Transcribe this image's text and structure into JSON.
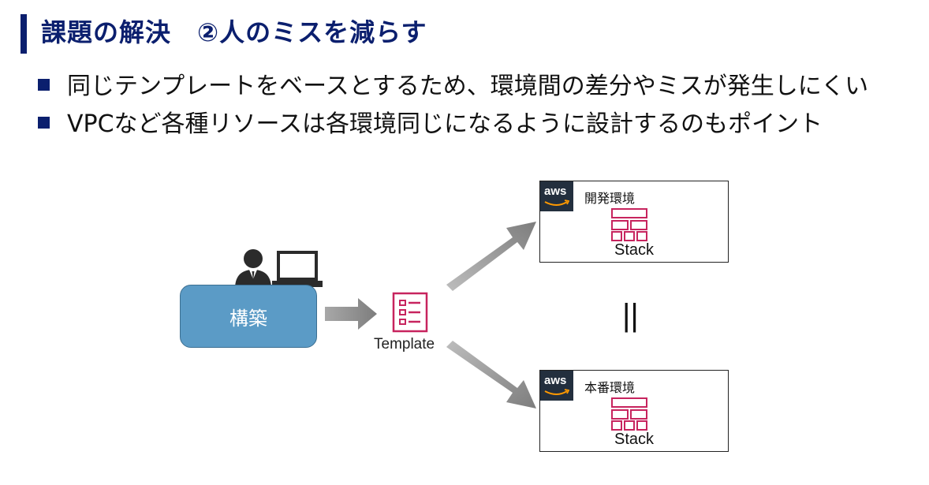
{
  "slide": {
    "title": "課題の解決　②人のミスを減らす",
    "bullets": [
      "同じテンプレートをベースとするため、環境間の差分やミスが発生しにくい",
      "VPCなど各種リソースは各環境同じになるように設計するのもポイント"
    ]
  },
  "diagram": {
    "build_label": "構築",
    "template_label": "Template",
    "equals_sign": "||",
    "environments": [
      {
        "logo": "aws",
        "name": "開発環境",
        "stack_label": "Stack"
      },
      {
        "logo": "aws",
        "name": "本番環境",
        "stack_label": "Stack"
      }
    ],
    "icons": [
      "person-icon",
      "laptop-icon",
      "template-icon",
      "stack-icon",
      "aws-logo-icon"
    ]
  },
  "colors": {
    "title": "#0b1f6e",
    "build_box": "#5b9bc6",
    "icon_accent": "#c7245e",
    "arrow": "#8c8c8c",
    "aws_badge": "#232f3e"
  }
}
